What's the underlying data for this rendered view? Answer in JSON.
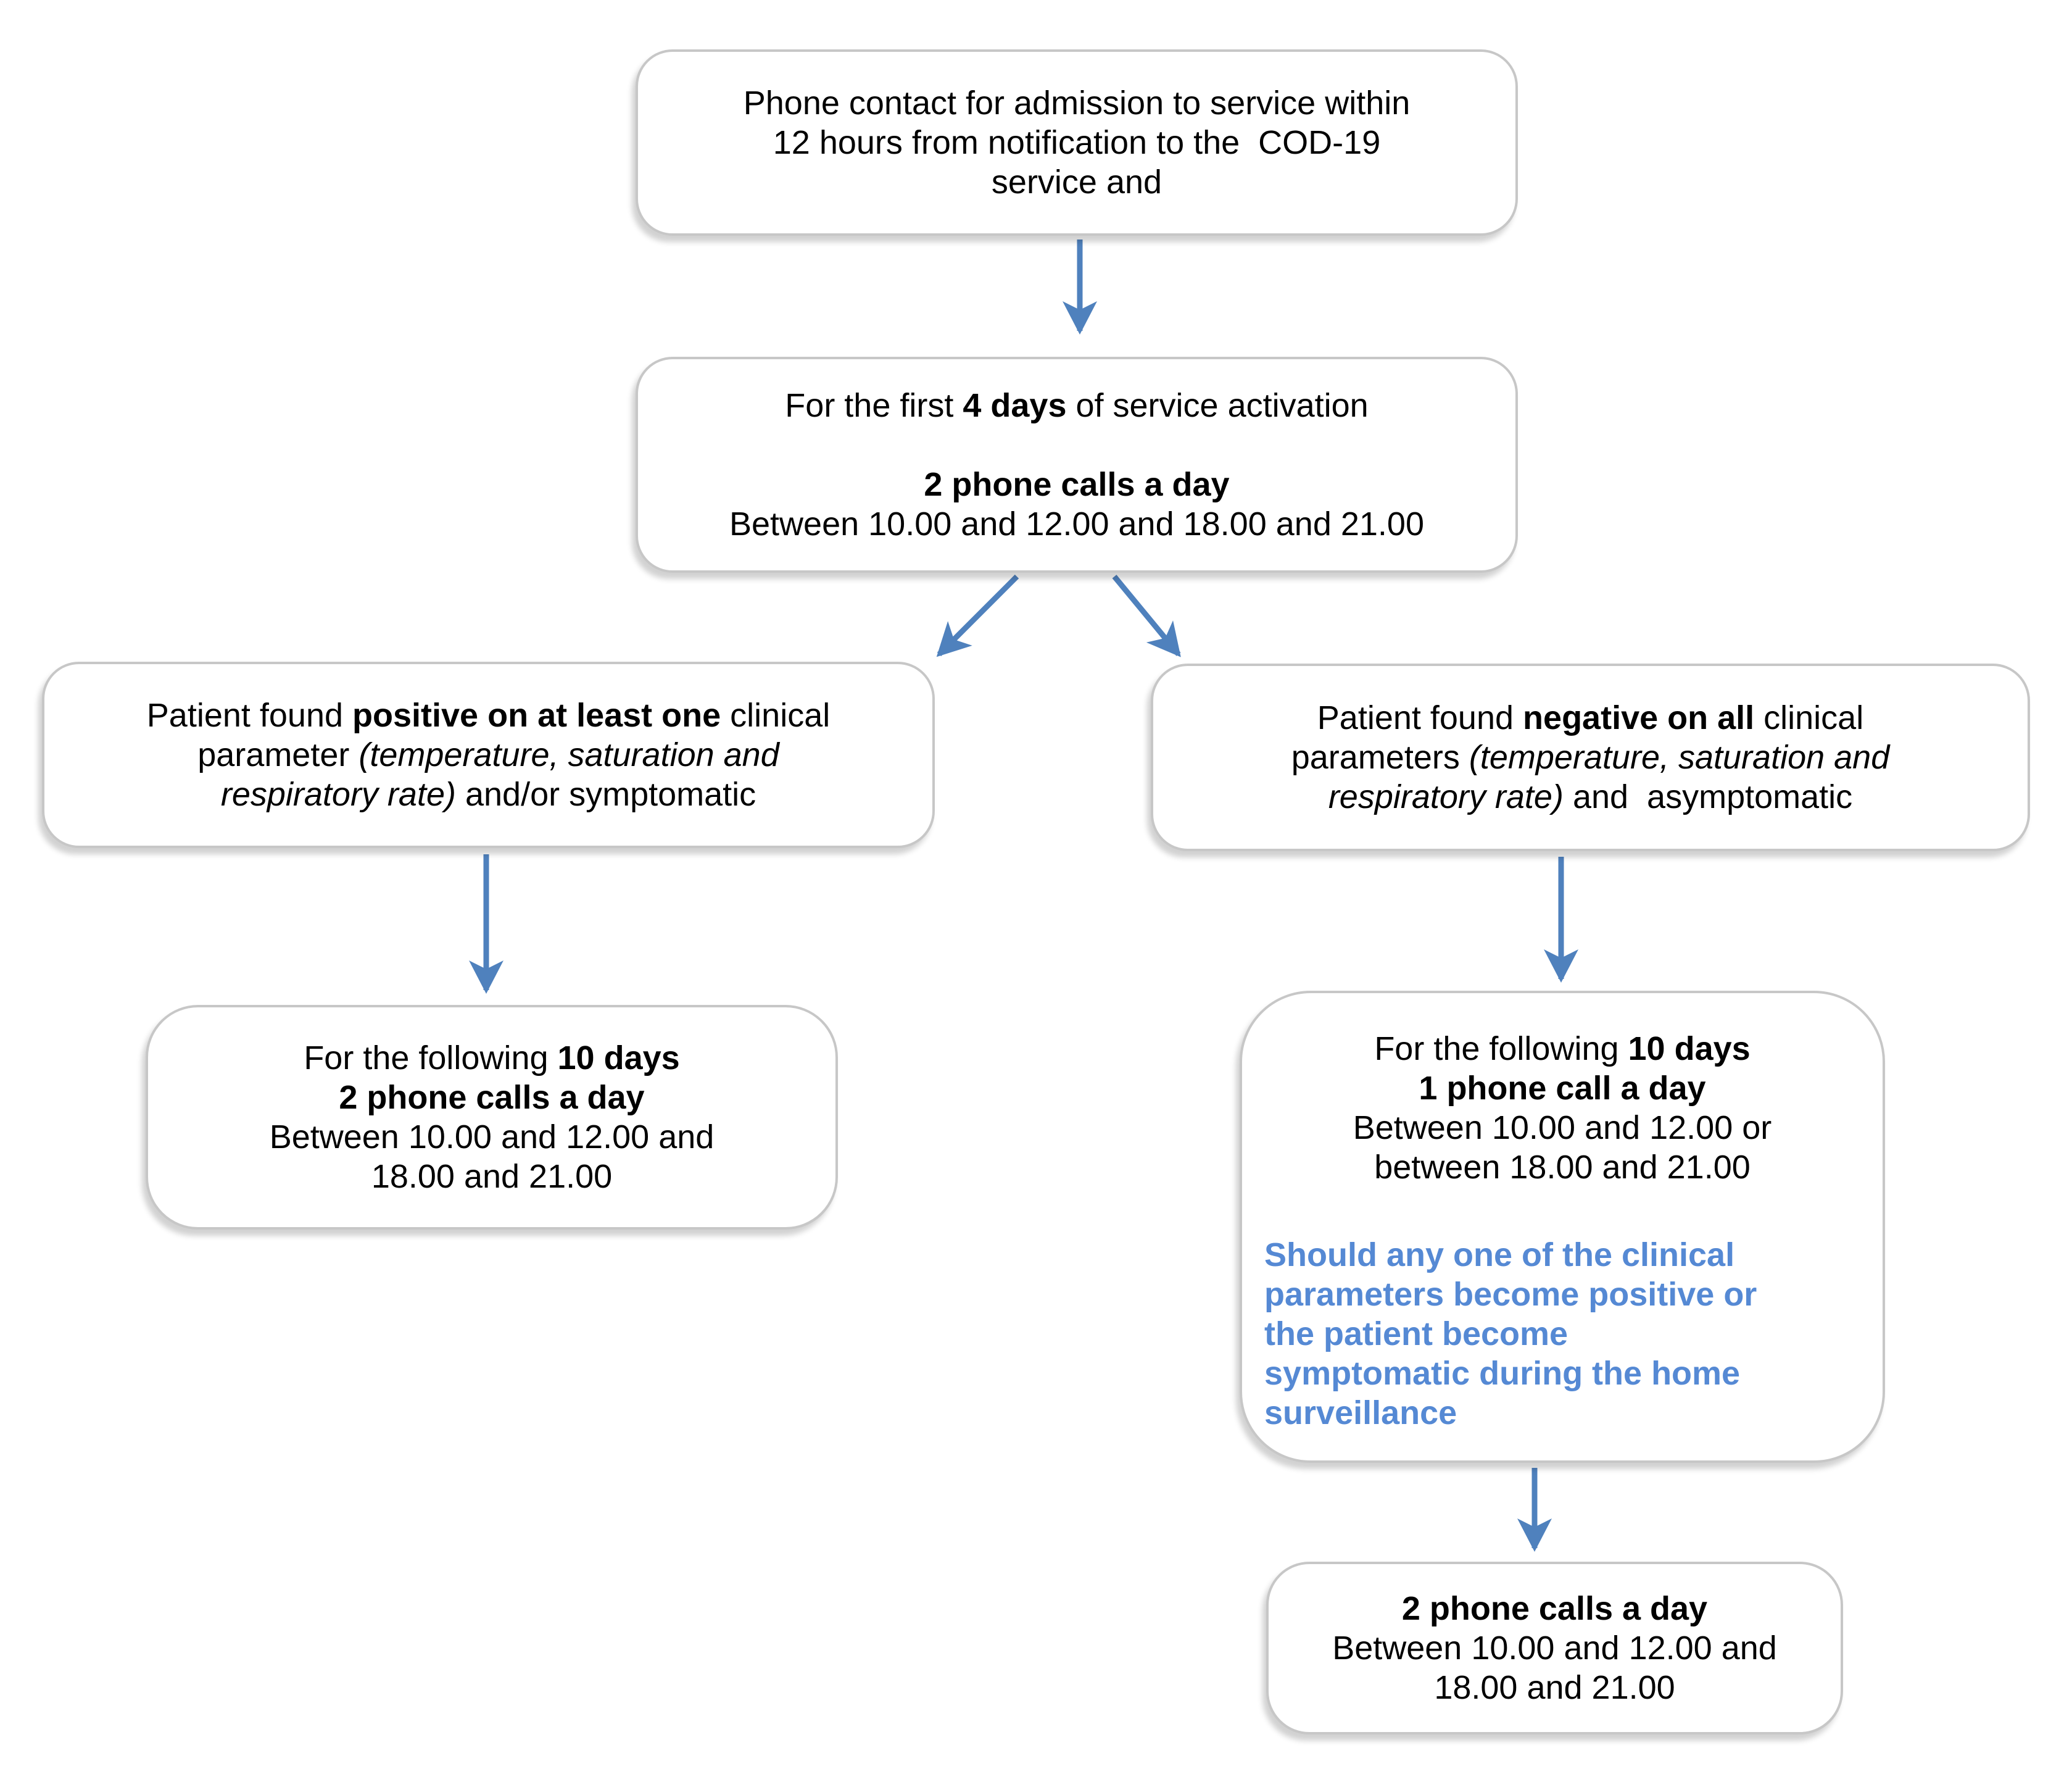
{
  "colors": {
    "arrow": "#4F81BD",
    "blue": "#5589D4",
    "border": "#C7C7C7",
    "text": "#000000",
    "background": "#FFFFFF"
  },
  "boxes": {
    "top": {
      "lines": [
        [
          {
            "t": "Phone contact for admission to service within"
          }
        ],
        [
          {
            "t": "12 hours from notification to the  COD-19"
          }
        ],
        [
          {
            "t": "service and"
          }
        ]
      ]
    },
    "first_days": {
      "lines": [
        [
          {
            "t": "For the first "
          },
          {
            "t": "4 days",
            "b": 1
          },
          {
            "t": " of service activation"
          }
        ],
        [],
        [
          {
            "t": "2 phone calls a day",
            "b": 1
          }
        ],
        [
          {
            "t": "Between 10.00 and 12.00 and 18.00 and 21.00"
          }
        ]
      ]
    },
    "positive": {
      "lines": [
        [
          {
            "t": "Patient found "
          },
          {
            "t": "positive on at least one",
            "b": 1
          },
          {
            "t": " clinical"
          }
        ],
        [
          {
            "t": "parameter "
          },
          {
            "t": "(temperature, saturation and",
            "i": 1
          }
        ],
        [
          {
            "t": "respiratory rate)",
            "i": 1
          },
          {
            "t": " and/or symptomatic"
          }
        ]
      ]
    },
    "negative": {
      "lines": [
        [
          {
            "t": "Patient found "
          },
          {
            "t": "negative on all",
            "b": 1
          },
          {
            "t": " clinical"
          }
        ],
        [
          {
            "t": "parameters "
          },
          {
            "t": "(temperature, saturation and",
            "i": 1
          }
        ],
        [
          {
            "t": "respiratory rate)",
            "i": 1
          },
          {
            "t": " and  asymptomatic"
          }
        ]
      ]
    },
    "positive_follow": {
      "lines": [
        [
          {
            "t": "For the following "
          },
          {
            "t": "10 days",
            "b": 1
          }
        ],
        [
          {
            "t": "2 phone calls a day",
            "b": 1
          }
        ],
        [
          {
            "t": "Between 10.00 and 12.00 and"
          }
        ],
        [
          {
            "t": "18.00 and 21.00"
          }
        ]
      ]
    },
    "negative_follow": {
      "lines": [
        [
          {
            "t": "For the following "
          },
          {
            "t": "10 days",
            "b": 1
          }
        ],
        [
          {
            "t": "1 phone call a day",
            "b": 1
          }
        ],
        [
          {
            "t": "Between 10.00 and 12.00 or"
          }
        ],
        [
          {
            "t": "between 18.00 and 21.00"
          }
        ]
      ],
      "note_lines": [
        [
          {
            "t": "Should any one of the clinical",
            "c": "blue"
          }
        ],
        [
          {
            "t": "parameters become positive or",
            "c": "blue"
          }
        ],
        [
          {
            "t": "the patient become",
            "c": "blue"
          }
        ],
        [
          {
            "t": "symptomatic during the home",
            "c": "blue"
          }
        ],
        [
          {
            "t": "surveillance",
            "c": "blue"
          }
        ]
      ]
    },
    "escalation": {
      "lines": [
        [
          {
            "t": "2 phone calls a day",
            "b": 1
          }
        ],
        [
          {
            "t": "Between 10.00 and 12.00 and"
          }
        ],
        [
          {
            "t": "18.00 and 21.00"
          }
        ]
      ]
    }
  }
}
